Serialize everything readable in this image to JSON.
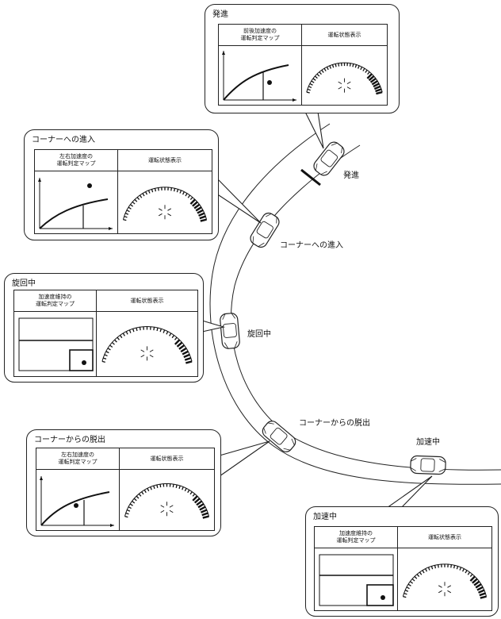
{
  "panel_headers": {
    "map_longitudinal": "前後加速度の\n運転判定マップ",
    "map_lateral": "左右加速度の\n運転判定マップ",
    "map_sustain": "加速度維持の\n運転判定マップ",
    "status_display": "運転状態表示"
  },
  "stages": [
    {
      "id": "start",
      "title": "発進",
      "road_label": "発進",
      "map": "map_longitudinal",
      "map_kind": "curve-dot-below"
    },
    {
      "id": "corner_entry",
      "title": "コーナーへの進入",
      "road_label": "コーナーへの進入",
      "map": "map_lateral",
      "map_kind": "curve-dot-above"
    },
    {
      "id": "turning",
      "title": "旋回中",
      "road_label": "旋回中",
      "map": "map_sustain",
      "map_kind": "sustain-box"
    },
    {
      "id": "corner_exit",
      "title": "コーナーからの脱出",
      "road_label": "コーナーからの脱出",
      "map": "map_lateral",
      "map_kind": "curve-dot-below"
    },
    {
      "id": "accelerating",
      "title": "加速中",
      "road_label": "加速中",
      "map": "map_sustain",
      "map_kind": "sustain-box"
    }
  ],
  "icons": [
    "car-icon",
    "gauge-icon",
    "sparkle-icon",
    "map-plot-icon"
  ]
}
